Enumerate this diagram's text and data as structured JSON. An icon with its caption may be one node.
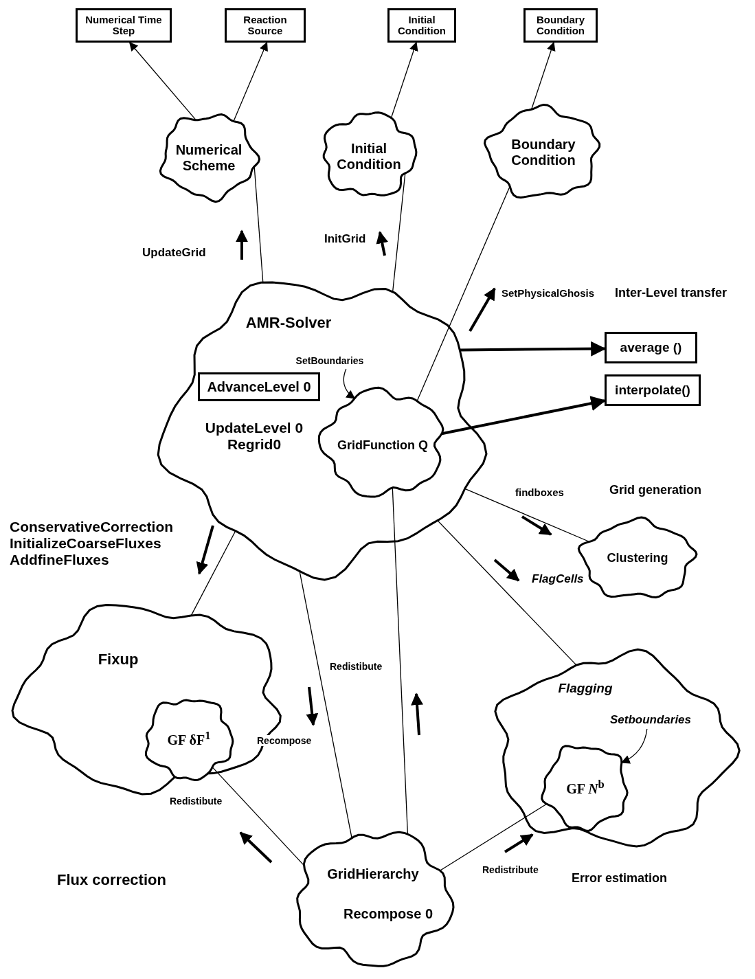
{
  "diagram": {
    "nodes": [
      {
        "text": [
          "Numerical Time Step"
        ]
      },
      {
        "text": [
          "Reaction Source"
        ]
      },
      {
        "text": [
          "Initial Condition"
        ]
      },
      {
        "text": [
          "Boundary Condition"
        ]
      },
      {
        "text": [
          "Numerical Scheme"
        ]
      },
      {
        "text": [
          "Initial Condition"
        ]
      },
      {
        "text": [
          "Boundary Condition"
        ]
      },
      {
        "text": [
          "AMR-Solver",
          "UpdateLevel 0 Regrid0"
        ]
      },
      {
        "text": [
          "SetBoundaries"
        ],
        "in": 7
      },
      {
        "text": [
          "AdvanceLevel 0"
        ],
        "in": 7
      },
      {
        "text": [
          "GridFunction Q"
        ],
        "in": 7
      },
      {
        "text": [
          "average ()"
        ]
      },
      {
        "text": [
          "interpolate()"
        ]
      },
      {
        "text": [
          "Clustering"
        ]
      },
      {
        "text": [
          "Fixup"
        ]
      },
      {
        "text": [
          "GF δF$^{1}$"
        ],
        "in": 14
      },
      {
        "text": [
          "*Flagging*"
        ]
      },
      {
        "text": [
          "*Setboundaries*"
        ],
        "in": 16
      },
      {
        "text": [
          "GF *N*$^{b}$"
        ],
        "in": 16
      },
      {
        "text": [
          "GridHierarchy",
          "Recompose 0"
        ]
      }
    ],
    "edges": [
      {
        "from": 4,
        "to": 0,
        "arrow": "to"
      },
      {
        "from": 4,
        "to": 1,
        "arrow": "to"
      },
      {
        "from": 5,
        "to": 2,
        "arrow": "to"
      },
      {
        "from": 6,
        "to": 3,
        "arrow": "to"
      },
      {
        "from": 7,
        "to": 4,
        "arrow": "none",
        "label": "UpdateGrid"
      },
      {
        "from": 7,
        "to": 5,
        "arrow": "none",
        "label": "InitGrid"
      },
      {
        "from": 10,
        "to": 6,
        "arrow": "none",
        "label": "SetPhysicalGhosis"
      },
      {
        "from": 7,
        "to": 11,
        "arrow": "to",
        "style": "thick"
      },
      {
        "from": 10,
        "to": 12,
        "arrow": "to",
        "style": "thick"
      },
      {
        "from": 8,
        "to": 10,
        "arrow": "to"
      },
      {
        "from": 7,
        "to": 13,
        "arrow": "none",
        "label": "findboxes"
      },
      {
        "from": 7,
        "to": 16,
        "arrow": "none",
        "label": "*FlagCells*"
      },
      {
        "from": 7,
        "to": 14,
        "arrow": "none",
        "label": "ConservativeCorrection InitializeCoarseFluxes AddfineFluxes"
      },
      {
        "from": 7,
        "to": 19,
        "arrow": "none",
        "label": "Recompose"
      },
      {
        "from": 19,
        "to": 10,
        "arrow": "none",
        "label": "Redistibute"
      },
      {
        "from": 19,
        "to": 15,
        "arrow": "none",
        "label": "Redistibute"
      },
      {
        "from": 19,
        "to": 18,
        "arrow": "none",
        "label": "Redistribute"
      },
      {
        "from": 17,
        "to": 18,
        "arrow": "to"
      }
    ],
    "labels": [
      "Inter-Level transfer",
      "Grid generation",
      "Flux correction",
      "Error estimation"
    ]
  }
}
